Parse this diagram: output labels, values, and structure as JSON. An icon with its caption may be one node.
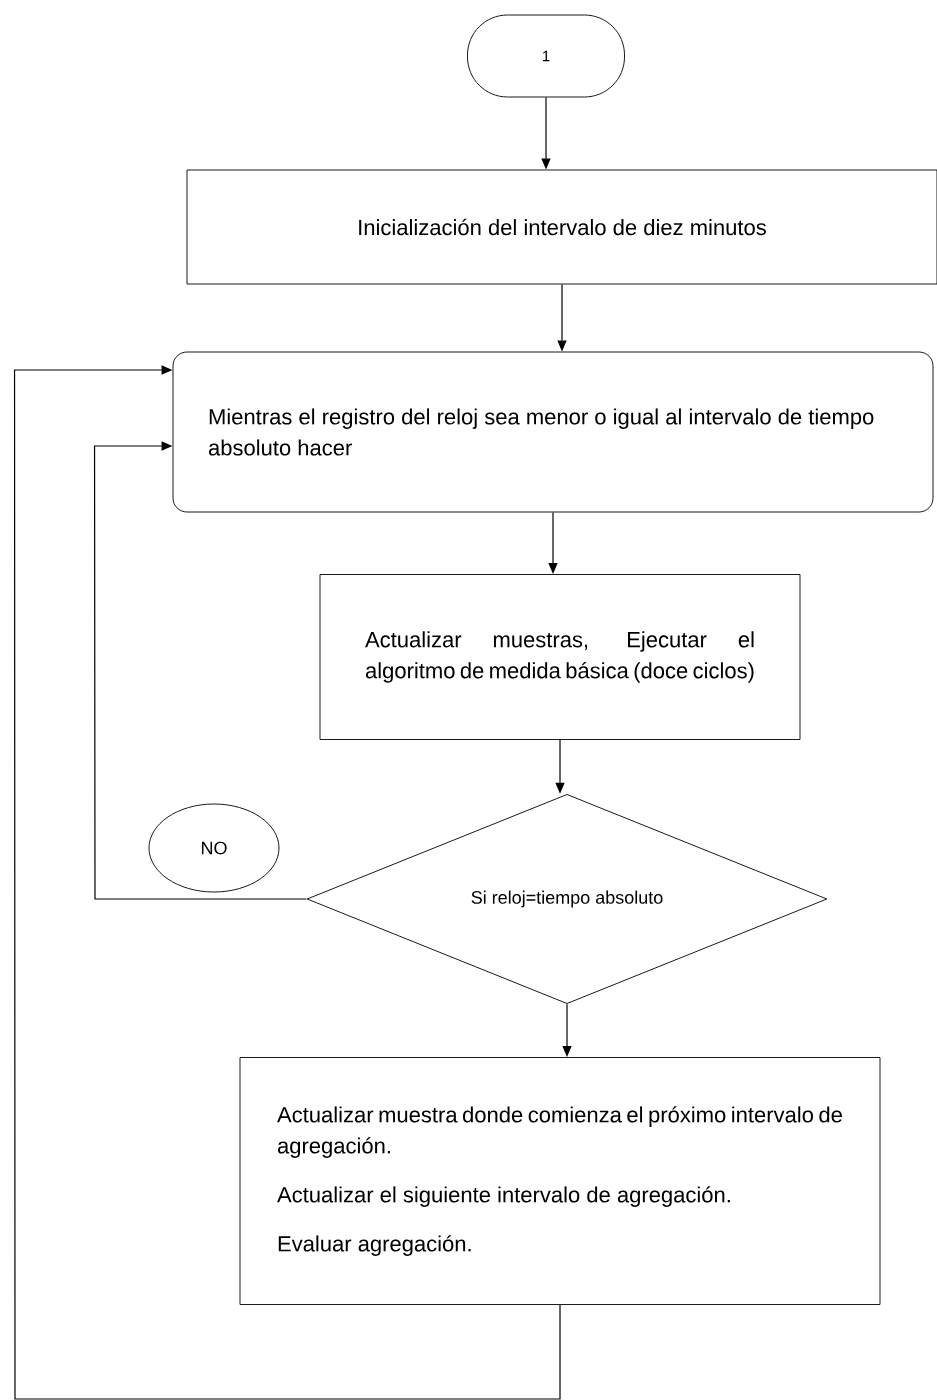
{
  "diagram": {
    "nodes": [
      {
        "text": [
          "1"
        ]
      },
      {
        "text": [
          "Inicialización del intervalo de diez minutos"
        ]
      },
      {
        "text": [
          "Mientras el registro del reloj sea menor o igual al intervalo de tiempo absoluto hacer"
        ]
      },
      {
        "text": [
          "Actualizar muestras, Ejecutar el algoritmo de medida básica (doce ciclos)"
        ]
      },
      {
        "text": [
          "NO"
        ]
      },
      {
        "text": [
          "Si reloj=tiempo absoluto"
        ]
      },
      {
        "text": [
          "Actualizar muestra donde comienza el próximo intervalo de agregación.",
          "Actualizar el siguiente intervalo de agregación.",
          "Evaluar agregación."
        ]
      }
    ],
    "edges": [
      {
        "from": 0,
        "to": 1,
        "arrow": "to"
      },
      {
        "from": 1,
        "to": 2,
        "arrow": "to"
      },
      {
        "from": 2,
        "to": 3,
        "arrow": "to"
      },
      {
        "from": 3,
        "to": 5,
        "arrow": "to"
      },
      {
        "from": 5,
        "to": 6,
        "arrow": "to"
      },
      {
        "from": 5,
        "to": 2,
        "arrow": "to"
      },
      {
        "from": 6,
        "to": 2,
        "arrow": "to"
      }
    ]
  }
}
